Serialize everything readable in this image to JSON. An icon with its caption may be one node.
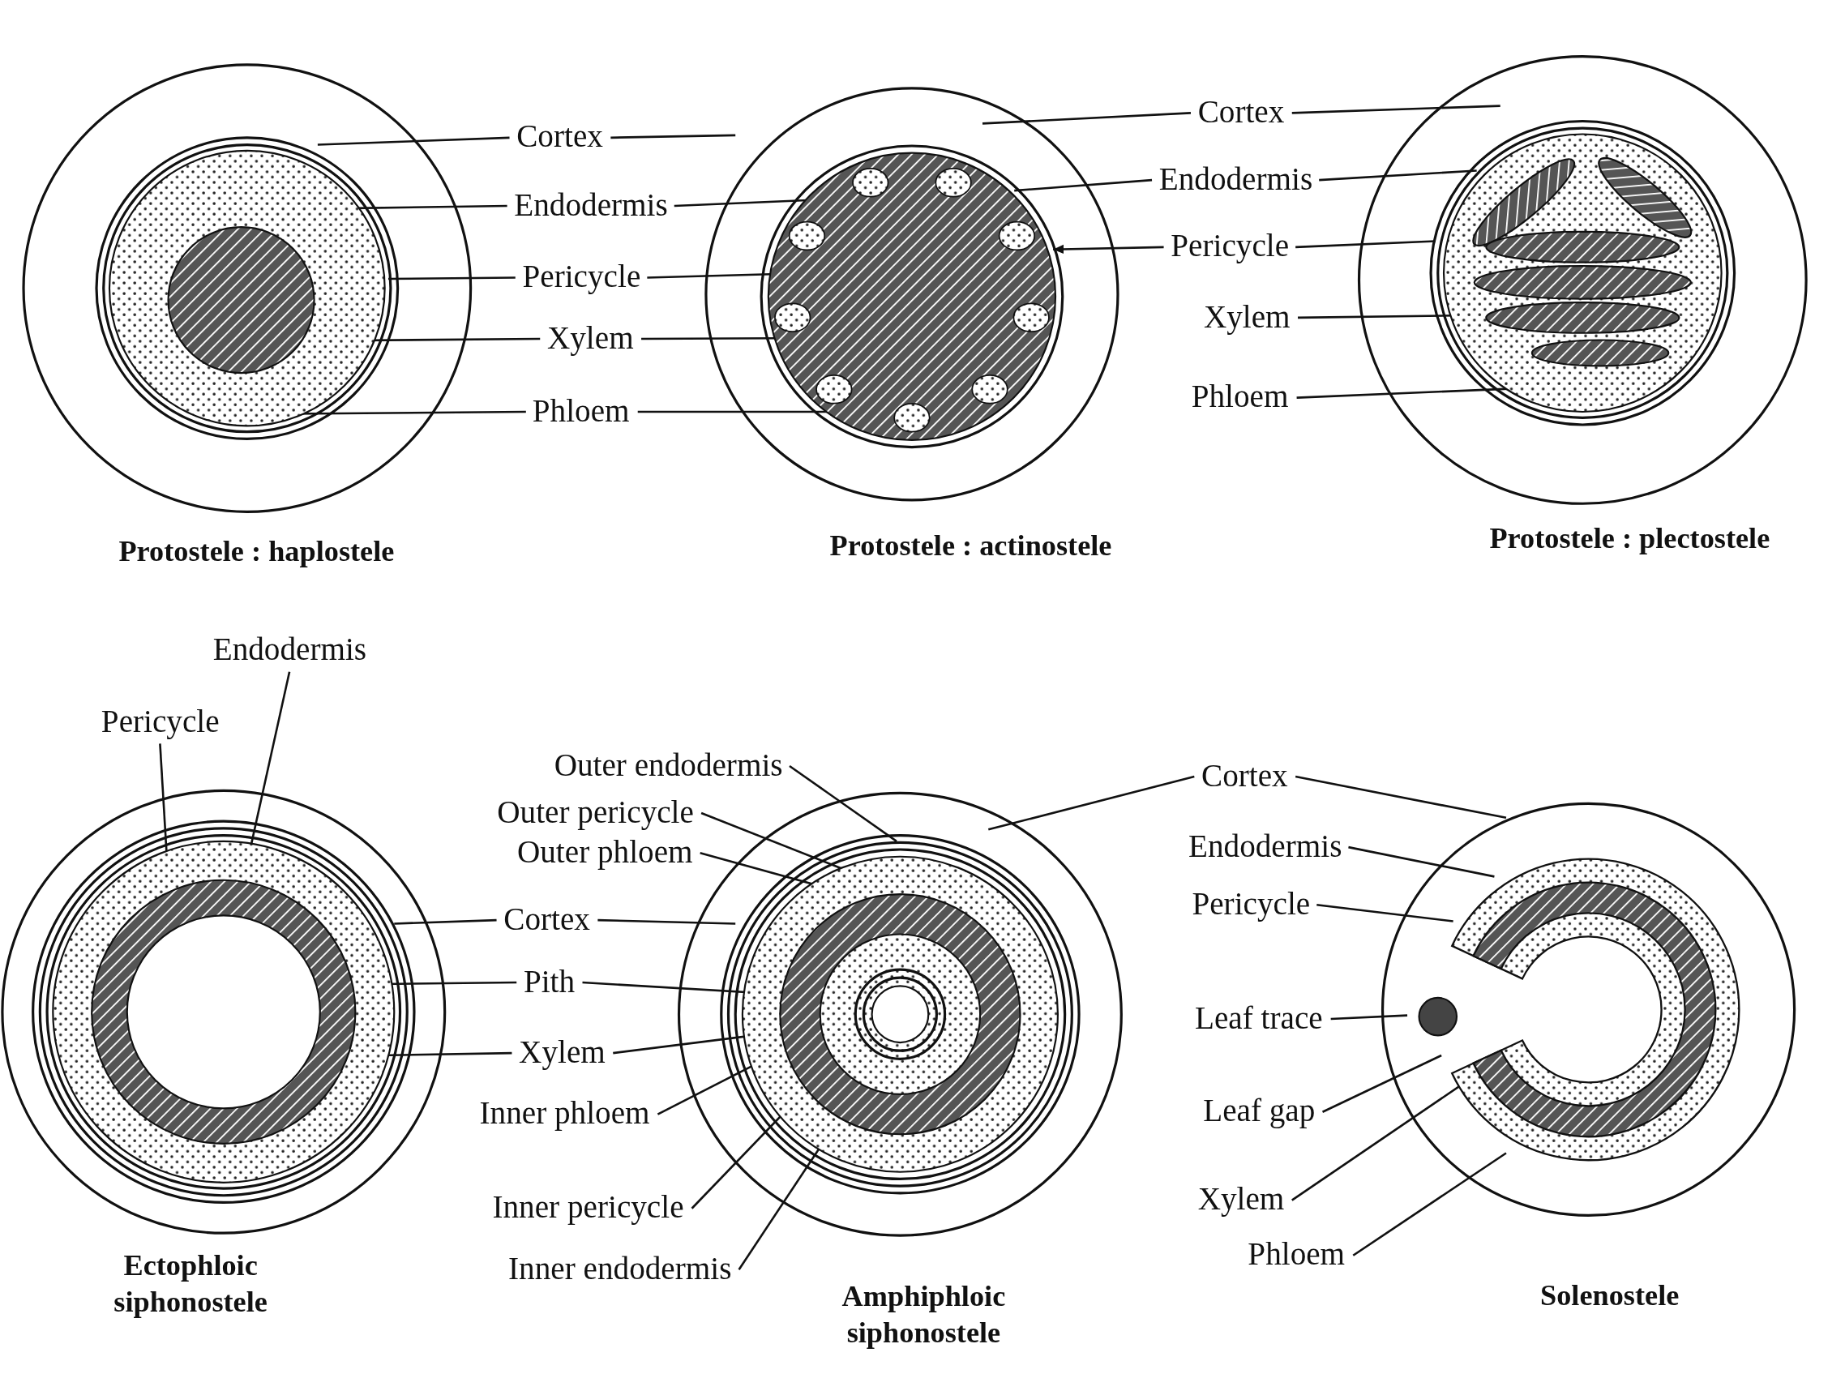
{
  "diagram": {
    "nodes": [
      {
        "text": [
          "Cortex"
        ]
      },
      {
        "text": [
          "Endodermis"
        ]
      },
      {
        "text": [
          "Pericycle"
        ]
      },
      {
        "text": [
          "Xylem"
        ]
      },
      {
        "text": [
          "Phloem"
        ]
      },
      {
        "text": [
          "Cortex"
        ]
      },
      {
        "text": [
          "Endodermis"
        ]
      },
      {
        "text": [
          "Pericycle"
        ]
      },
      {
        "text": [
          "Xylem"
        ]
      },
      {
        "text": [
          "Phloem"
        ]
      },
      {
        "text": [
          "Endodermis"
        ]
      },
      {
        "text": [
          "Pericycle"
        ]
      },
      {
        "text": [
          "Outer endodermis"
        ]
      },
      {
        "text": [
          "Cortex"
        ]
      },
      {
        "text": [
          "Outer pericycle"
        ]
      },
      {
        "text": [
          "Outer phloem"
        ]
      },
      {
        "text": [
          "Endodermis"
        ]
      },
      {
        "text": [
          "Pericycle"
        ]
      },
      {
        "text": [
          "Cortex"
        ]
      },
      {
        "text": [
          "Pith"
        ]
      },
      {
        "text": [
          "Leaf trace"
        ]
      },
      {
        "text": [
          "Xylem"
        ]
      },
      {
        "text": [
          "Inner phloem"
        ]
      },
      {
        "text": [
          "Leaf gap"
        ]
      },
      {
        "text": [
          "Inner pericycle"
        ]
      },
      {
        "text": [
          "Xylem"
        ]
      },
      {
        "text": [
          "Phloem"
        ]
      },
      {
        "text": [
          "Inner endodermis"
        ]
      }
    ],
    "edges": [
      {
        "from": 0,
        "to": null,
        "arrow": "none"
      },
      {
        "from": 0,
        "to": null,
        "arrow": "none"
      },
      {
        "from": 1,
        "to": null,
        "arrow": "none"
      },
      {
        "from": 1,
        "to": null,
        "arrow": "none"
      },
      {
        "from": 2,
        "to": null,
        "arrow": "none"
      },
      {
        "from": 2,
        "to": null,
        "arrow": "none"
      },
      {
        "from": 3,
        "to": null,
        "arrow": "none"
      },
      {
        "from": 3,
        "to": null,
        "arrow": "none"
      },
      {
        "from": 4,
        "to": null,
        "arrow": "none"
      },
      {
        "from": 4,
        "to": null,
        "arrow": "none"
      },
      {
        "from": 5,
        "to": null,
        "arrow": "none"
      },
      {
        "from": 5,
        "to": null,
        "arrow": "none"
      },
      {
        "from": 6,
        "to": null,
        "arrow": "none"
      },
      {
        "from": 6,
        "to": null,
        "arrow": "none"
      },
      {
        "from": 7,
        "to": null,
        "arrow": "to"
      },
      {
        "from": 7,
        "to": null,
        "arrow": "none"
      },
      {
        "from": 8,
        "to": null,
        "arrow": "none"
      },
      {
        "from": 9,
        "to": null,
        "arrow": "none"
      },
      {
        "from": 10,
        "to": null,
        "arrow": "none"
      },
      {
        "from": 11,
        "to": null,
        "arrow": "none"
      },
      {
        "from": 12,
        "to": null,
        "arrow": "none"
      },
      {
        "from": 13,
        "to": null,
        "arrow": "none"
      },
      {
        "from": 13,
        "to": null,
        "arrow": "none"
      },
      {
        "from": 14,
        "to": null,
        "arrow": "none"
      },
      {
        "from": 15,
        "to": null,
        "arrow": "none"
      },
      {
        "from": 16,
        "to": null,
        "arrow": "none"
      },
      {
        "from": 17,
        "to": null,
        "arrow": "none"
      },
      {
        "from": 18,
        "to": null,
        "arrow": "none"
      },
      {
        "from": 18,
        "to": null,
        "arrow": "none"
      },
      {
        "from": 19,
        "to": null,
        "arrow": "none"
      },
      {
        "from": 19,
        "to": null,
        "arrow": "none"
      },
      {
        "from": 20,
        "to": null,
        "arrow": "none"
      },
      {
        "from": 21,
        "to": null,
        "arrow": "none"
      },
      {
        "from": 21,
        "to": null,
        "arrow": "none"
      },
      {
        "from": 22,
        "to": null,
        "arrow": "none"
      },
      {
        "from": 23,
        "to": null,
        "arrow": "none"
      },
      {
        "from": 24,
        "to": null,
        "arrow": "none"
      },
      {
        "from": 25,
        "to": null,
        "arrow": "none"
      },
      {
        "from": 26,
        "to": null,
        "arrow": "none"
      },
      {
        "from": 27,
        "to": null,
        "arrow": "none"
      }
    ],
    "labels": [
      "Protostele : haplostele",
      "Protostele : actinostele",
      "Protostele : plectostele",
      "Ectophloic siphonostele",
      "Amphiphloic siphonostele",
      "Solenostele"
    ]
  }
}
